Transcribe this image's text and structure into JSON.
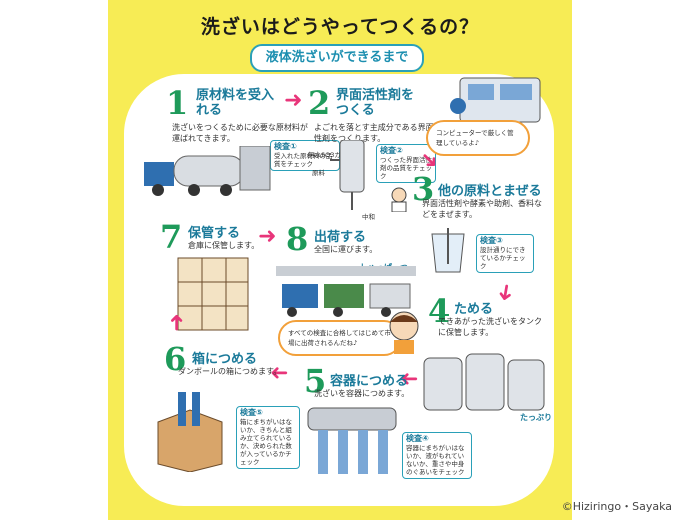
{
  "title": "洗ざいはどうやってつくるの？",
  "subtitle": "液体洗ざいができるまで",
  "copyright": "©Hiziringo・Sayaka",
  "chat_bubble_top": "コンピューターで厳しく管理しているよ♪",
  "chat_bubble_mid": "すべての検査に合格してはじめて市場に出荷されるんだね♪",
  "sound_ship": "しゅっぱーつ",
  "sound_pour": "たっぷり",
  "labels": {
    "gas": "無水SO3ガス",
    "raw": "原料",
    "neutral": "中和"
  },
  "steps": [
    {
      "num": "1",
      "head": "原材料を受入れる",
      "desc": "洗ざいをつくるために必要な原材料が運ばれてきます。",
      "check_title": "検査①",
      "check_text": "受入れた原材料の品質をチェック"
    },
    {
      "num": "2",
      "head": "界面活性剤をつくる",
      "desc": "よごれを落とす主成分である界面活性剤をつくります。",
      "check_title": "検査②",
      "check_text": "つくった界面活性剤の品質をチェック"
    },
    {
      "num": "3",
      "head": "他の原料とまぜる",
      "desc": "界面活性剤や酵素や助剤、香料などをまぜます。",
      "check_title": "検査③",
      "check_text": "設計通りにできているかチェック"
    },
    {
      "num": "4",
      "head": "ためる",
      "desc": "できあがった洗ざいをタンクに保管します。"
    },
    {
      "num": "5",
      "head": "容器につめる",
      "desc": "洗ざいを容器につめます。",
      "check_title": "検査④",
      "check_text": "容器にまちがいはないか、液がもれていないか、重さや中身のぐあいをチェック"
    },
    {
      "num": "6",
      "head": "箱につめる",
      "desc": "ダンボールの箱につめます。",
      "check_title": "検査⑤",
      "check_text": "箱にまちがいはないか、きちんと組み立てられているか、決められた数が入っているかチェック"
    },
    {
      "num": "7",
      "head": "保管する",
      "desc": "倉庫に保管します。"
    },
    {
      "num": "8",
      "head": "出荷する",
      "desc": "全国に運びます。"
    }
  ]
}
